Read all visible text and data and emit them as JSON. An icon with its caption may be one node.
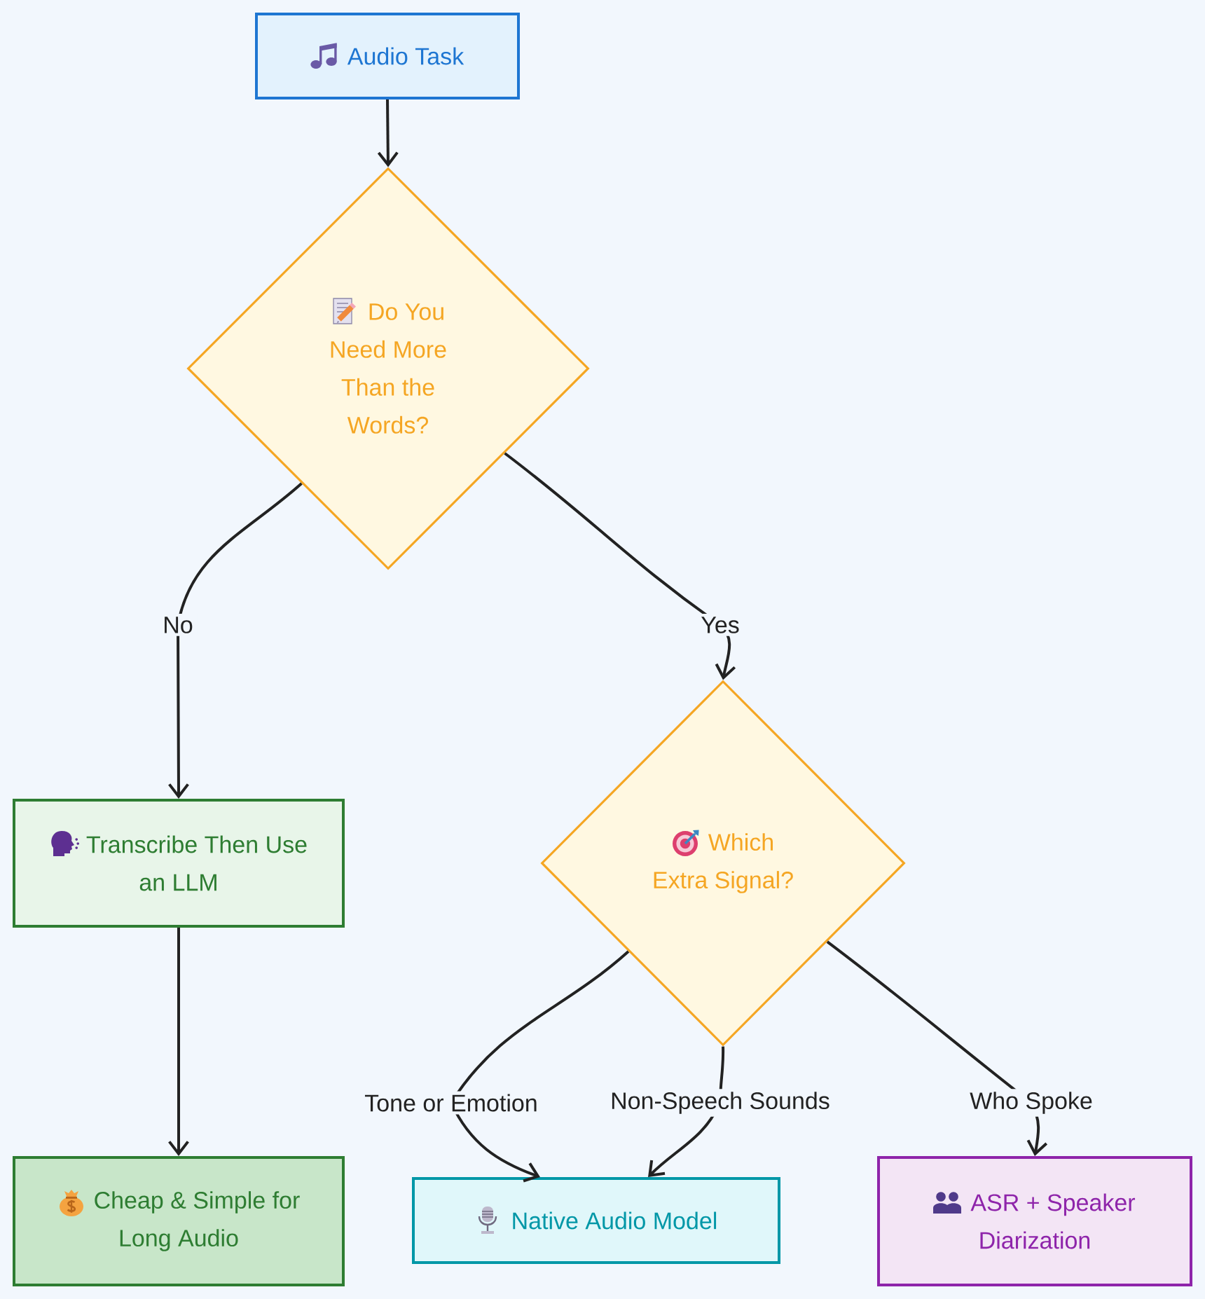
{
  "diagram": {
    "nodes": [
      {
        "text": [
          "Audio Task"
        ]
      },
      {
        "text": [
          "Do You Need More Than the Words?"
        ]
      },
      {
        "text": [
          "Transcribe Then Use an LLM"
        ]
      },
      {
        "text": [
          "Which Extra Signal?"
        ]
      },
      {
        "text": [
          "Cheap & Simple for Long Audio"
        ]
      },
      {
        "text": [
          "Native Audio Model"
        ]
      },
      {
        "text": [
          "ASR + Speaker Diarization"
        ]
      }
    ],
    "edges": [
      {
        "from": 0,
        "to": 1,
        "arrow": "to"
      },
      {
        "from": 1,
        "to": 2,
        "arrow": "to",
        "label": "No"
      },
      {
        "from": 1,
        "to": 3,
        "arrow": "to",
        "label": "Yes"
      },
      {
        "from": 2,
        "to": 4,
        "arrow": "to"
      },
      {
        "from": 3,
        "to": 5,
        "arrow": "to",
        "label": "Tone or Emotion"
      },
      {
        "from": 3,
        "to": 5,
        "arrow": "to",
        "label": "Non-Speech Sounds"
      },
      {
        "from": 3,
        "to": 6,
        "arrow": "to",
        "label": "Who Spoke"
      }
    ]
  }
}
